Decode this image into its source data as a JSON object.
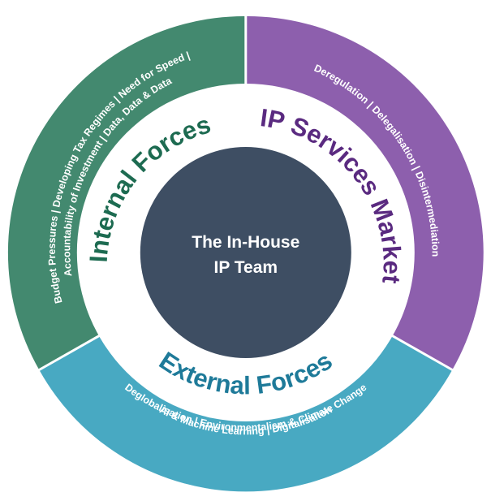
{
  "center": {
    "line1": "The In-House",
    "line2": "IP Team"
  },
  "segments": {
    "internal": {
      "title": "Internal Forces",
      "lines": [
        "Budget Pressures | Developing Tax Regimes | Need for Speed |",
        "Accountability of Investment | Data, Data & Data"
      ]
    },
    "market": {
      "title": "IP Services Market",
      "lines": [
        "Deregulation | Delegalisation | Disintermediation"
      ]
    },
    "external": {
      "title": "External Forces",
      "lines": [
        "Deglobalisation | Environmentalism & Climate Change",
        "AI & Machine Learning | Digitalisaiton"
      ]
    }
  },
  "colors": {
    "internal": "#43896f",
    "market": "#8d5fad",
    "external": "#48a9c2",
    "center": "#3e4e63",
    "internal_title": "#1d6b51",
    "market_title": "#5a2a80",
    "external_title": "#1e7a99"
  }
}
